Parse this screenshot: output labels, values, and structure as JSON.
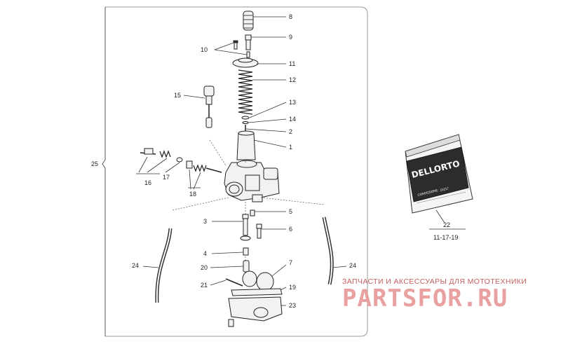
{
  "diagram": {
    "group_label": "25",
    "callouts": [
      "1",
      "2",
      "3",
      "4",
      "5",
      "6",
      "7",
      "7",
      "8",
      "9",
      "10",
      "11",
      "12",
      "13",
      "14",
      "15",
      "16",
      "17",
      "18",
      "19",
      "20",
      "21",
      "22",
      "23",
      "24",
      "24"
    ],
    "kit_refs": "11-17-19",
    "kit_box": {
      "brand": "DELLORTO",
      "line1": "CONFEZIONE",
      "line2": "21217"
    }
  },
  "watermark": {
    "tagline": "ЗАПЧАСТИ И АКСЕССУАРЫ ДЛЯ МОТОТЕХНИКИ",
    "logo": "PARTSFOR.RU"
  },
  "colors": {
    "line": "#222222",
    "watermark": "#e8a0a0",
    "watermark_text": "#c46060",
    "frame": "#999999"
  }
}
